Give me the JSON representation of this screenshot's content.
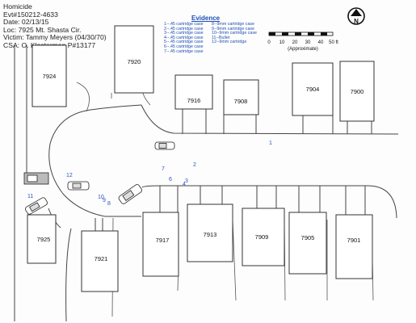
{
  "header": {
    "lines": [
      "Homicide",
      "Evt#150212-4633",
      "Date: 02/13/15",
      "Loc: 7925 Mt. Shasta Cir.",
      "Victim: Tammy Meyers (04/30/70)",
      "CSA: O. Klosterman  P#13177"
    ]
  },
  "evidence": {
    "title": "Evidence",
    "col1": [
      "1--.45 cartridge case",
      "2--.45 cartridge case",
      "3--.45 cartridge case",
      "4--.45 cartridge case",
      "5--.45 cartridge case",
      "6--.45 cartridge case",
      "7--.45 cartridge case"
    ],
    "col2": [
      "8--9mm cartridge case",
      "9--9mm cartridge case",
      "10--9mm cartridge case",
      "11--Bullet",
      "12--9mm cartridge"
    ]
  },
  "compass": {
    "letter": "N"
  },
  "scale": {
    "ticks": [
      "0",
      "10",
      "20",
      "30",
      "40",
      "50 ft"
    ],
    "caption": "(Approximate)"
  },
  "houses": [
    {
      "label": "7920"
    },
    {
      "label": "7924"
    },
    {
      "label": "7916"
    },
    {
      "label": "7908"
    },
    {
      "label": "7904"
    },
    {
      "label": "7900"
    },
    {
      "label": "7925"
    },
    {
      "label": "7921"
    },
    {
      "label": "7917"
    },
    {
      "label": "7913"
    },
    {
      "label": "7909"
    },
    {
      "label": "7905"
    },
    {
      "label": "7901"
    }
  ],
  "markers": [
    "1",
    "2",
    "3",
    "4",
    "6",
    "7",
    "8",
    "9",
    "10",
    "11",
    "12"
  ],
  "colors": {
    "evidence": "#2a55c0",
    "line": "#333333",
    "paper": "#fdfdfd"
  }
}
